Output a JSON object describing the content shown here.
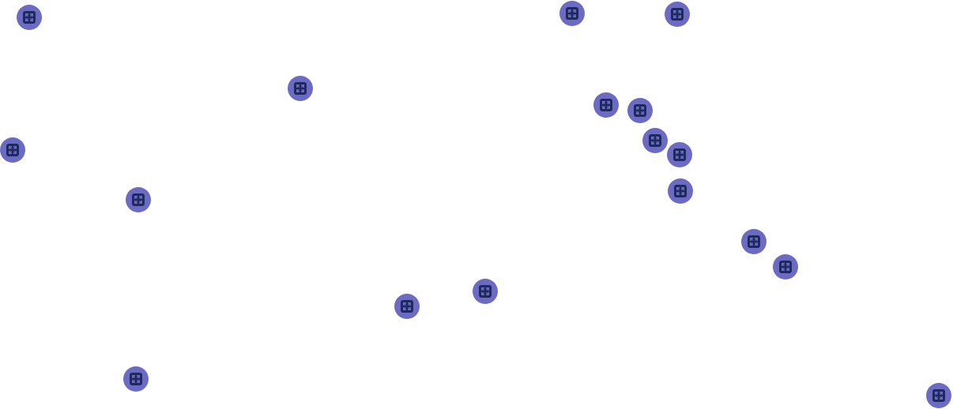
{
  "map": {
    "marker_icon": "expand-arrows-icon",
    "colors": {
      "marker_fill": "#6b6bc3",
      "marker_glyph": "#1f2a5c",
      "background": "#ffffff"
    },
    "markers": [
      {
        "id": "m1"
      },
      {
        "id": "m2"
      },
      {
        "id": "m3"
      },
      {
        "id": "m4"
      },
      {
        "id": "m5"
      },
      {
        "id": "m6"
      },
      {
        "id": "m7"
      },
      {
        "id": "m8"
      },
      {
        "id": "m9"
      },
      {
        "id": "m10"
      },
      {
        "id": "m11"
      },
      {
        "id": "m12"
      },
      {
        "id": "m13"
      },
      {
        "id": "m14"
      },
      {
        "id": "m15"
      },
      {
        "id": "m16"
      },
      {
        "id": "m17"
      },
      {
        "id": "m18"
      }
    ]
  }
}
